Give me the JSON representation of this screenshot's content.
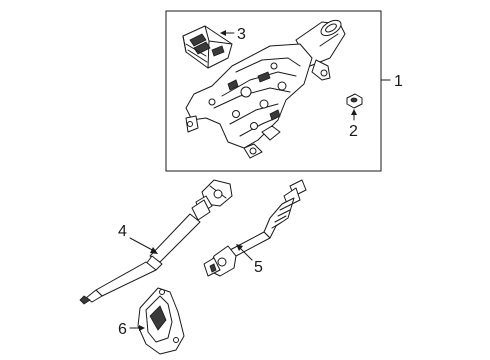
{
  "callouts": {
    "c1": "1",
    "c2": "2",
    "c3": "3",
    "c4": "4",
    "c5": "5",
    "c6": "6"
  },
  "colors": {
    "line": "#1a1a1a",
    "background": "#ffffff",
    "shade": "#3a3a3a"
  }
}
